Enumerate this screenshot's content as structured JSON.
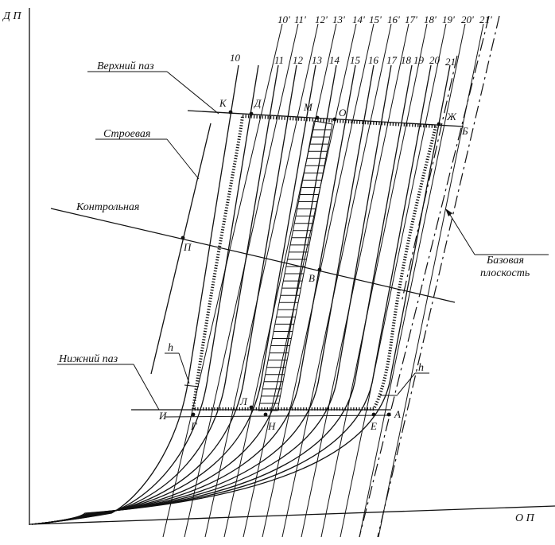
{
  "axes": {
    "vertical_label": "Д  П",
    "horizontal_label": "О П"
  },
  "callouts": {
    "upper_groove": "Верхний паз",
    "build_line": "Строевая",
    "control_line": "Контрольная",
    "base_plane": "Базовая плоскость",
    "base_plane_line1": "Базовая",
    "base_plane_line2": "плоскость",
    "lower_groove": "Нижний  паз"
  },
  "dimension_symbol": "h",
  "station_labels": {
    "primed": [
      "10'",
      "11'",
      "12'",
      "13'",
      "14'",
      "15'",
      "16'",
      "17'",
      "18'",
      "19'",
      "20'",
      "21'"
    ],
    "plain": [
      "10",
      "11",
      "12",
      "13",
      "14",
      "15",
      "16",
      "17",
      "18",
      "19",
      "20",
      "21"
    ]
  },
  "points": {
    "K": "К",
    "D": "Д",
    "M": "М",
    "O": "О",
    "ZH": "Ж",
    "B_top": "Б",
    "P": "П",
    "V": "В",
    "I": "И",
    "G": "Г",
    "L": "Л",
    "N": "Н",
    "E": "Е",
    "A": "А"
  }
}
